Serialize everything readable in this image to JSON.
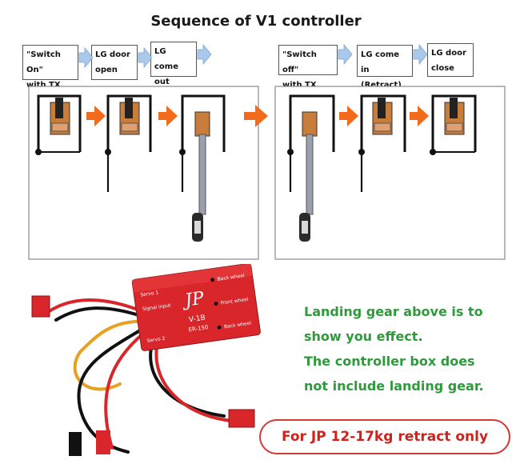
{
  "title": "Sequence of V1 controller",
  "steps": [
    {
      "line1": "\"Switch On\"",
      "line2": "with  TX"
    },
    {
      "line1": "LG door",
      "line2": "open"
    },
    {
      "line1": "LG come",
      "line2": "out"
    },
    {
      "line1": "\"Switch off\"",
      "line2": "with TX"
    },
    {
      "line1": "LG come in",
      "line2": "(Retract)"
    },
    {
      "line1": "LG door",
      "line2": "close"
    }
  ],
  "controller": {
    "brand": "JP",
    "model": "V-1B",
    "part": "ER-150",
    "ports": [
      "Servo 1",
      "Signal input",
      "Servo 2",
      "Back wheel",
      "Front wheel",
      "Back wheel"
    ]
  },
  "note_lines": [
    "Landing gear above is to",
    "show you effect.",
    "The controller box does",
    "not include landing gear."
  ],
  "badge": "For JP 12-17kg retract only",
  "colors": {
    "arrow_box": "#a9c8ea",
    "sequence_arrow": "#f26a1b",
    "note_green": "#2e9a3c",
    "badge_red": "#d2201a",
    "controller_red": "#d8262a"
  }
}
